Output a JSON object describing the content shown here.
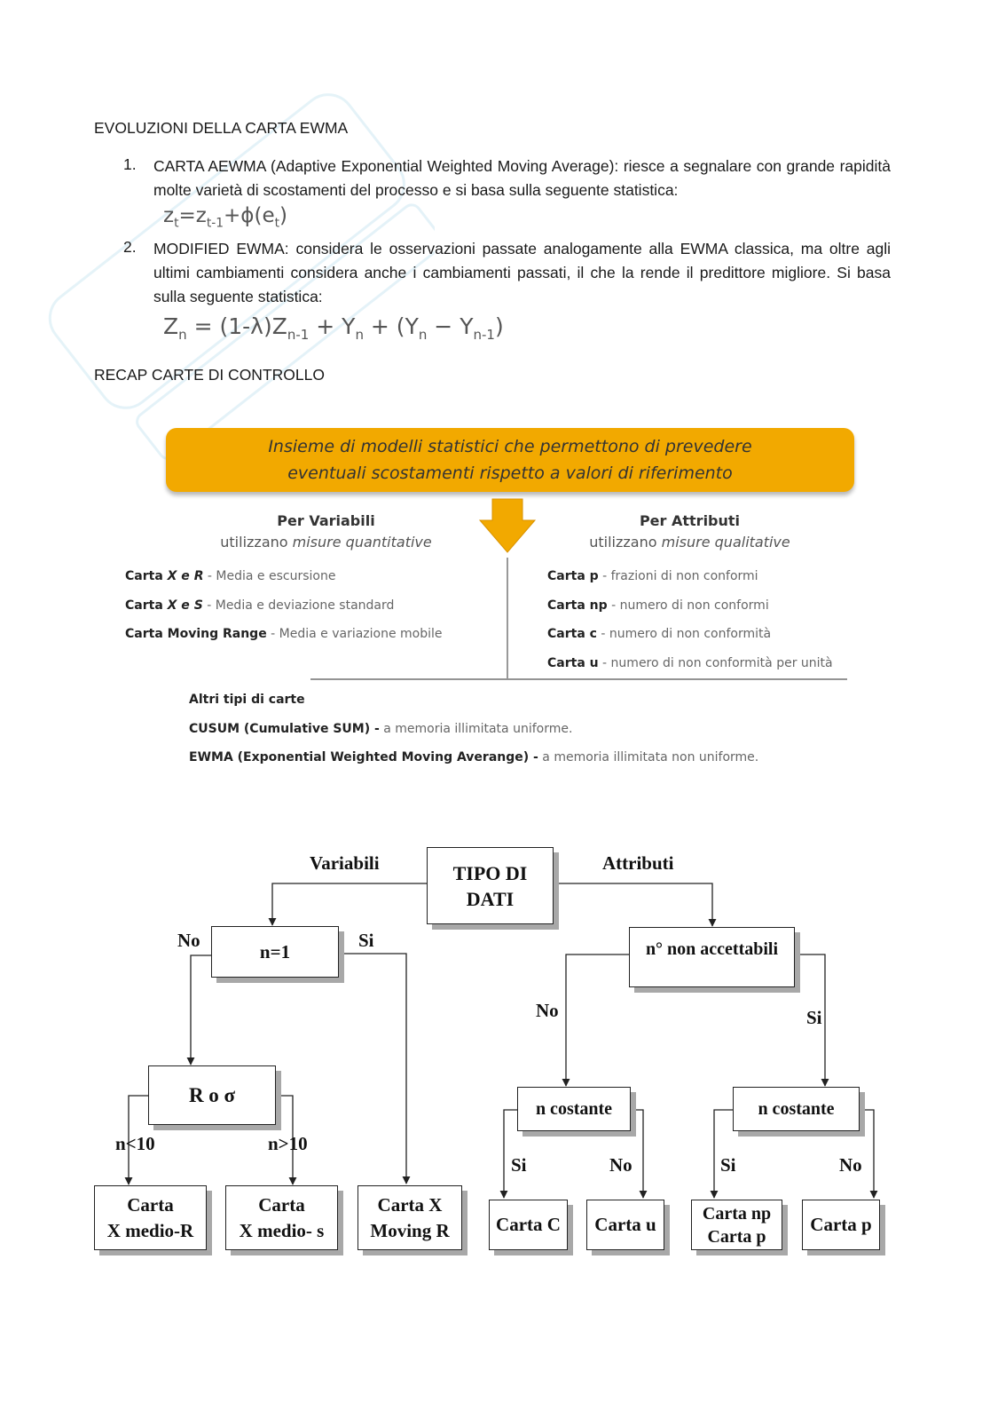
{
  "text": {
    "heading1": "EVOLUZIONI DELLA CARTA EWMA",
    "item1_num": "1.",
    "item1_text": "CARTA AEWMA (Adaptive Exponential Weighted Moving Average): riesce a segnalare con grande rapidità molte varietà di scostamenti del processo e si basa sulla seguente statistica:",
    "item2_num": "2.",
    "item2_text": "MODIFIED EWMA: considera le osservazioni passate analogamente alla EWMA classica, ma oltre agli ultimi cambiamenti considera anche i cambiamenti passati, il che la rende il predittore migliore. Si basa sulla seguente statistica:",
    "heading2": "RECAP CARTE DI CONTROLLO"
  },
  "formula1": {
    "z": "z",
    "t": "t",
    "eq": "=z",
    "t1": "t-1",
    "plus": "+ϕ(e",
    "t2": "t",
    "close": ")"
  },
  "formula2": {
    "z": "Z",
    "n": "n",
    "a": " = (1-λ)Z",
    "n1": "n-1",
    "b": " + Y",
    "n2": "n",
    "c": " + (Y",
    "n3": "n",
    "d": " − Y",
    "n4": "n-1",
    "e": ")"
  },
  "infographic": {
    "banner_line1": "Insieme di modelli statistici che permettono di prevedere",
    "banner_line2": "eventuali scostamenti rispetto a valori di riferimento",
    "left_title": "Per Variabili",
    "left_sub_a": "utilizzano ",
    "left_sub_b": "misure quantitative",
    "right_title": "Per Attributi",
    "right_sub_a": "utilizzano ",
    "right_sub_b": "misure qualitative",
    "left_items": [
      {
        "a": "Carta ",
        "b": "X",
        "c": " e ",
        "d": "R",
        "e": " - Media e escursione"
      },
      {
        "a": "Carta ",
        "b": "X",
        "c": " e ",
        "d": "S",
        "e": " - Media e deviazione standard"
      },
      {
        "a": "Carta Moving Range",
        "e": " - Media e variazione mobile"
      }
    ],
    "right_items": [
      {
        "a": "Carta p",
        "e": " - frazioni di non conformi"
      },
      {
        "a": "Carta np",
        "e": " - numero di non conformi"
      },
      {
        "a": "Carta c",
        "e": " - numero di non conformità"
      },
      {
        "a": "Carta u",
        "e": " - numero di non conformità per unità"
      }
    ],
    "other_title": "Altri tipi di carte",
    "others": [
      {
        "a": "CUSUM (Cumulative SUM) -",
        "e": " a memoria illimitata uniforme."
      },
      {
        "a": "EWMA (Exponential Weighted Moving Averange) -",
        "e": " a memoria illimitata non uniforme."
      }
    ],
    "colors": {
      "banner": "#f2a900",
      "arrow": "#f2a900"
    }
  },
  "flow": {
    "root_l1": "TIPO DI",
    "root_l2": "DATI",
    "lbl_variabili": "Variabili",
    "lbl_attributi": "Attributi",
    "n1": "n=1",
    "lbl_no1": "No",
    "lbl_si1": "Si",
    "r_sigma": "R o σ",
    "lbl_nlt": "n<10",
    "lbl_ngt": "n>10",
    "xr_l1": "Carta",
    "xr_l2": "X medio-R",
    "xs_l1": "Carta",
    "xs_l2": "X medio- s",
    "xmr_l1": "Carta X",
    "xmr_l2": "Moving R",
    "nonacc": "n° non  accettabili",
    "lbl_no2": "No",
    "lbl_si2": "Si",
    "nc_left": "n costante",
    "nc_right": "n costante",
    "lbl_si3": "Si",
    "lbl_no3": "No",
    "lbl_si4": "Si",
    "lbl_no4": "No",
    "cc": "Carta C",
    "cu": "Carta u",
    "cnp_l1": "Carta np",
    "cnp_l2": "Carta p",
    "cp": "Carta p"
  }
}
